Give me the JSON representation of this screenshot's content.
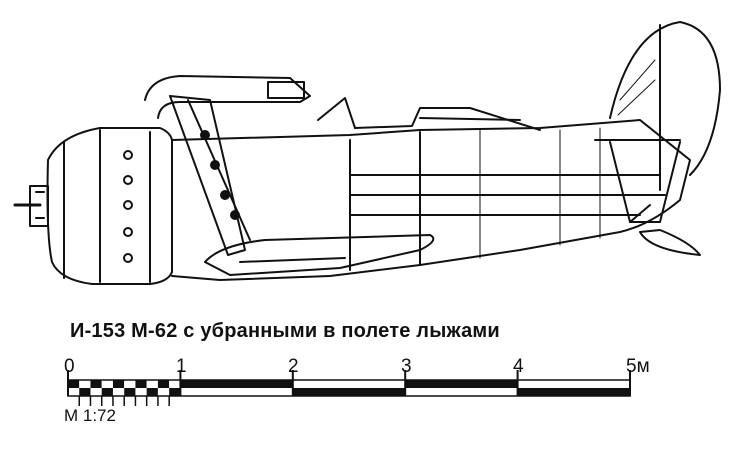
{
  "caption": "И-153 М-62 с убранными в полете  лыжами",
  "scale_bar": {
    "ticks": [
      "0",
      "1",
      "2",
      "3",
      "4",
      "5м"
    ],
    "ratio": "М 1:72"
  },
  "colors": {
    "ink": "#111111",
    "paper": "#ffffff"
  }
}
